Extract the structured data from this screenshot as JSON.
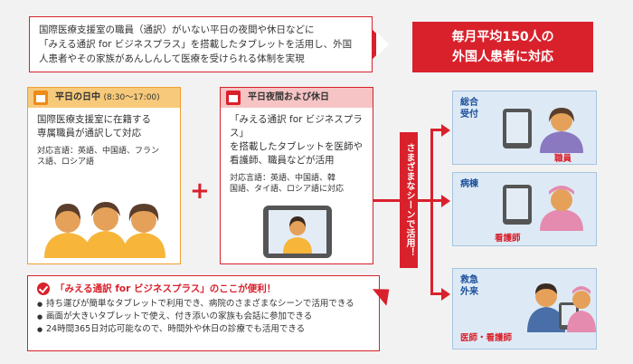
{
  "intro": {
    "line1": "国際医療支援室の職員（通訳）がいない平日の夜間や休日などに",
    "line2": "「みえる通訳 for ビジネスプラス」を搭載したタブレットを活用し、外国",
    "line3": "人患者やその家族があんしんして医療を受けられる体制を実現"
  },
  "headline": {
    "line1": "毎月平均150人の",
    "line2": "外国人患者に対応"
  },
  "weekday": {
    "title": "平日の日中",
    "hours": "(8:30〜17:00)",
    "body_line1": "国際医療支援室に在籍する",
    "body_line2": "専属職員が通訳して対応",
    "langs_line1": "対応言語：英語、中国語、フラン",
    "langs_line2": "ス語、ロシア語"
  },
  "night": {
    "title": "平日夜間および休日",
    "body_line1": "「みえる通訳 for ビジネスプラス」",
    "body_line2": "を搭載したタブレットを医師や",
    "body_line3": "看護師、職員などが活用",
    "langs_line1": "対応言語：英語、中国語、韓",
    "langs_line2": "国語、タイ語、ロシア語に対応"
  },
  "plus_symbol": "+",
  "banner": "さまざまなシーンで活用！",
  "scenes": [
    {
      "place_line1": "総合",
      "place_line2": "受付",
      "role": "職員"
    },
    {
      "place_line1": "病棟",
      "place_line2": "",
      "role": "看護師"
    },
    {
      "place_line1": "救急",
      "place_line2": "外来",
      "role": "医師・看護師"
    }
  ],
  "benefits": {
    "title": "「みえる通訳 for ビジネスプラス」のここが便利！",
    "items": [
      "持ち運びが簡単なタブレットで利用でき、病院のさまざまなシーンで活用できる",
      "画面が大きいタブレットで使え、付き添いの家族も会話に参加できる",
      "24時間365日対応可能なので、時間外や休日の診療でも活用できる"
    ]
  },
  "colors": {
    "accent_red": "#d9212c",
    "weekday_orange": "#f0a030",
    "panel_blue": "#ddeaf6"
  }
}
